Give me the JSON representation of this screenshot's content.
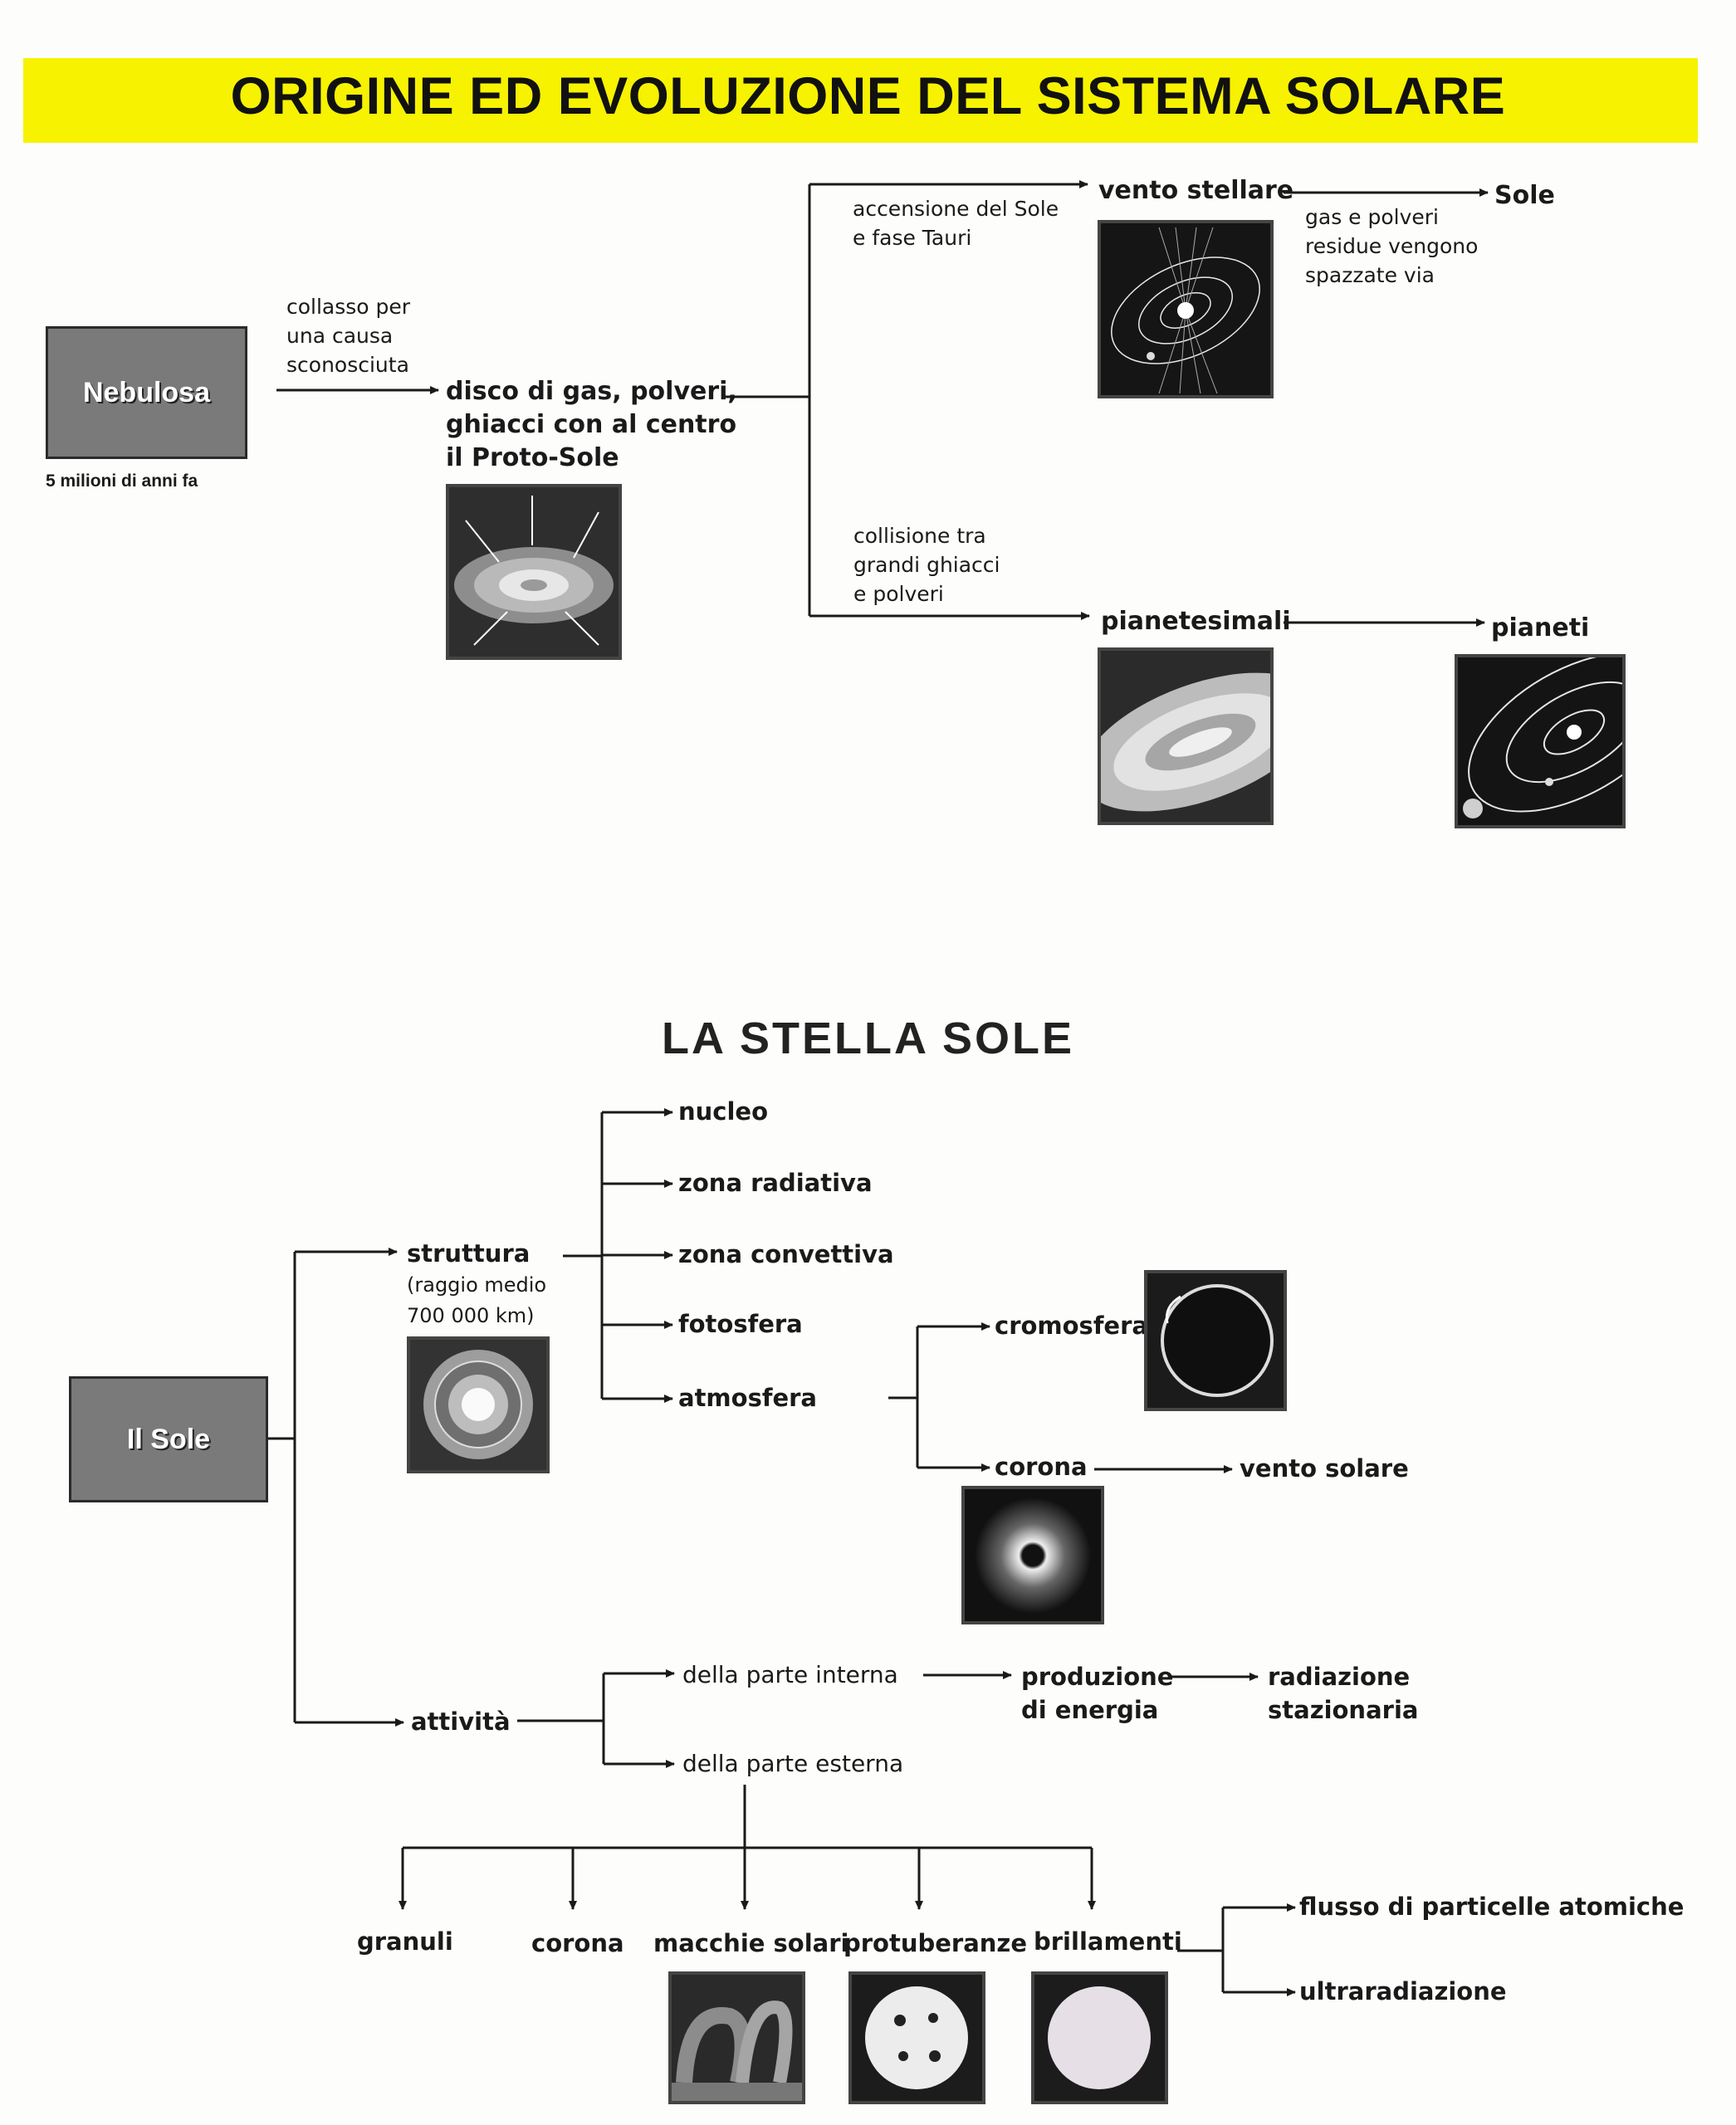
{
  "header": {
    "title": "ORIGINE ED EVOLUZIONE DEL SISTEMA SOLARE"
  },
  "origin": {
    "nebula": {
      "label": "Nebulosa",
      "caption": "5 milioni di anni fa"
    },
    "collapse_note": [
      "collasso per",
      "una causa",
      "sconosciuta"
    ],
    "disk": {
      "label": [
        "disco di gas, polveri,",
        "ghiacci con al centro",
        "il Proto-Sole"
      ]
    },
    "ignition_note": [
      "accensione del Sole",
      "e fase Tauri"
    ],
    "stellar_wind": {
      "label": "vento stellare"
    },
    "swept_note": [
      "gas e polveri",
      "residue vengono",
      "spazzate via"
    ],
    "sun": {
      "label": "Sole"
    },
    "collision_note": [
      "collisione tra",
      "grandi ghiacci",
      "e polveri"
    ],
    "planetesimals": {
      "label": "pianetesimali"
    },
    "planets": {
      "label": "pianeti"
    }
  },
  "sun_section": {
    "title": "LA STELLA SOLE",
    "root": {
      "label": "Il Sole"
    },
    "structure": {
      "label": "struttura",
      "note": [
        "(raggio medio",
        "700 000 km)"
      ]
    },
    "layers": [
      "nucleo",
      "zona radiativa",
      "zona convettiva",
      "fotosfera",
      "atmosfera"
    ],
    "atmosphere_parts": {
      "chromosphere": "cromosfera",
      "corona": "corona",
      "solar_wind": "vento solare"
    },
    "activity": {
      "label": "attività"
    },
    "internal": {
      "label": "della parte interna",
      "energy": [
        "produzione",
        "di energia"
      ],
      "radiation": [
        "radiazione",
        "stazionaria"
      ]
    },
    "external": {
      "label": "della parte esterna"
    },
    "phenomena": [
      "granuli",
      "corona",
      "macchie solari",
      "protuberanze",
      "brillamenti"
    ],
    "flare_effects": [
      "flusso di particelle atomiche",
      "ultraradiazione"
    ]
  }
}
